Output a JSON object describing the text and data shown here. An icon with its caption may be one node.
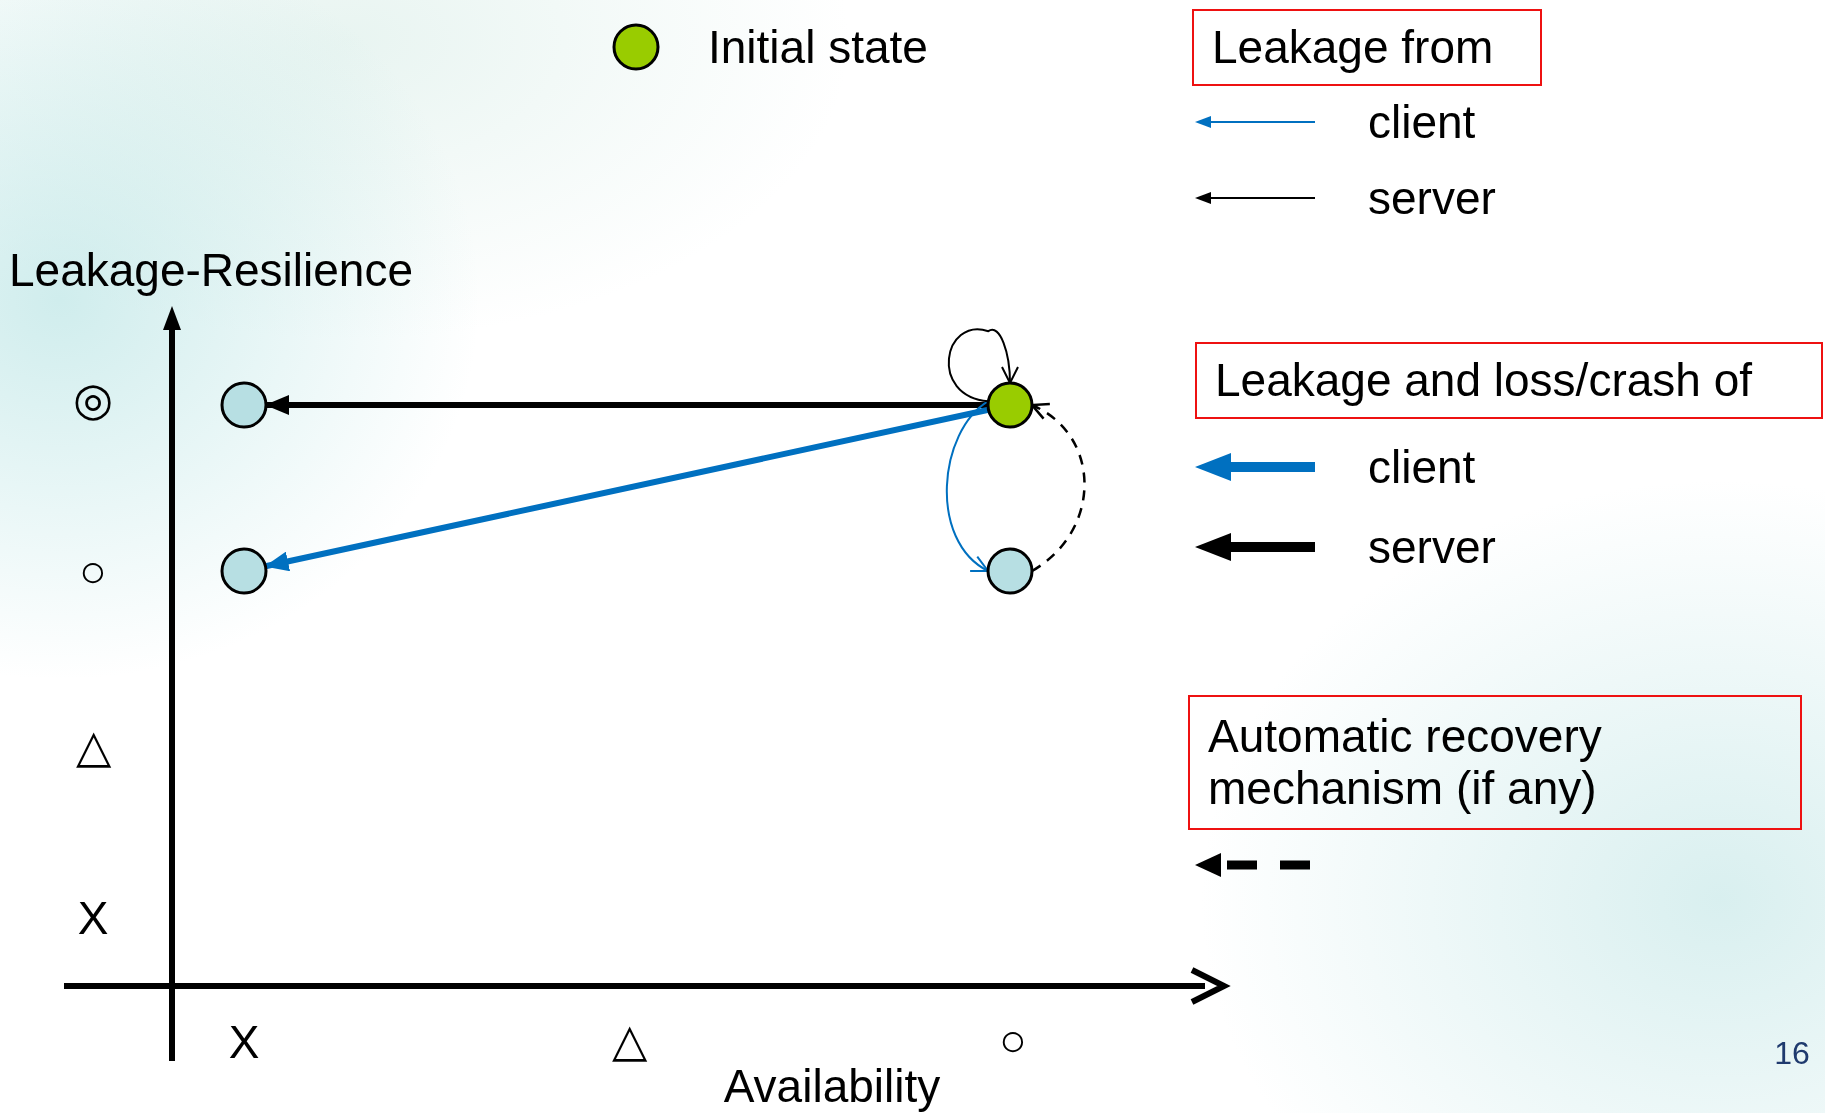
{
  "diagram": {
    "nodes": [
      {
        "text": [],
        "shape": "circle"
      },
      {
        "text": [],
        "shape": "circle"
      },
      {
        "text": [],
        "shape": "circle"
      },
      {
        "text": [],
        "shape": "circle"
      },
      {
        "text": [
          "Leakage from"
        ]
      },
      {
        "text": [
          "Leakage and loss/crash of"
        ]
      },
      {
        "text": [
          "Automatic recovery mechanism (if any)"
        ]
      }
    ],
    "edges": [
      {
        "from": 0,
        "to": 1,
        "arrow": "to",
        "style": "thick"
      },
      {
        "from": 0,
        "to": 2,
        "arrow": "to",
        "style": "thick",
        "color": "#0070c0"
      },
      {
        "from": 0,
        "to": 3,
        "arrow": "to",
        "color": "#0070c0"
      },
      {
        "from": 0,
        "to": 0,
        "arrow": "to"
      },
      {
        "from": 3,
        "to": 0,
        "arrow": "to",
        "style": "dashed"
      }
    ],
    "labels": [
      "Leakage-Resilience",
      "◎",
      "○",
      "△",
      "X",
      "X",
      "△",
      "○",
      "Availability",
      "16"
    ],
    "legend": [
      {
        "text": "Initial state",
        "color": "#99cc00"
      },
      {
        "text": "client"
      },
      {
        "text": "server"
      },
      {
        "text": "client"
      },
      {
        "text": "server"
      }
    ]
  }
}
